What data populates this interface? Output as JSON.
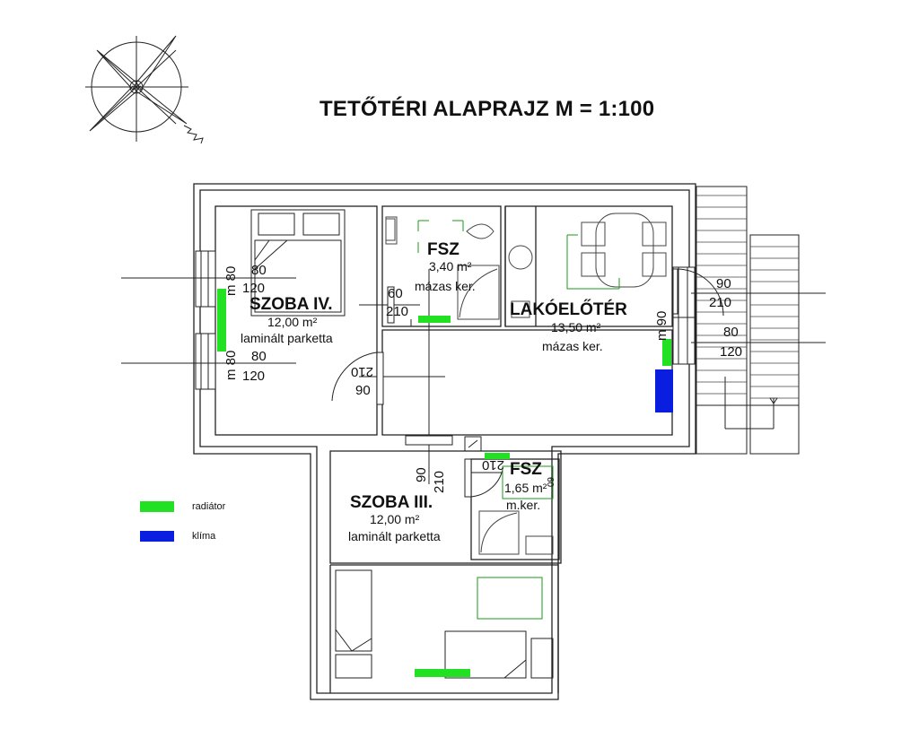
{
  "title": "TETŐTÉRI ALAPRAJZ M = 1:100",
  "colors": {
    "radiator": "#22e022",
    "climate": "#0a1ee0",
    "fixtures": "#1a9a1a",
    "wall": "#222222"
  },
  "rooms": [
    {
      "name": "SZOBA IV.",
      "area": "12,00 m²",
      "floor": "laminált parketta"
    },
    {
      "name": "FSZ",
      "area": "3,40 m²",
      "floor": "mázas ker."
    },
    {
      "name": "LAKÓELŐTÉR",
      "area": "13,50 m²",
      "floor": "mázas ker."
    },
    {
      "name": "SZOBA III.",
      "area": "12,00 m²",
      "floor": "laminált parketta"
    },
    {
      "name": "FSZ",
      "area": "1,65 m²",
      "floor": "m.ker."
    }
  ],
  "openings": {
    "w1": {
      "sill": "m 80",
      "w": "80",
      "h": "120"
    },
    "w2": {
      "sill": "m 80",
      "w": "80",
      "h": "120"
    },
    "d_bath": {
      "w": "60",
      "h": "210"
    },
    "d_room4": {
      "w": "90",
      "h": "210"
    },
    "d_entry": {
      "w": "90",
      "h": "210"
    },
    "w_east": {
      "sill": "m 90",
      "w": "80",
      "h": "120"
    },
    "d_room3": {
      "w": "90",
      "h": "210"
    },
    "d_bath2": {
      "w": "60",
      "h": "210"
    }
  },
  "legend": [
    {
      "label": "radiátor",
      "color": "#22e022"
    },
    {
      "label": "klíma",
      "color": "#0a1ee0"
    }
  ]
}
